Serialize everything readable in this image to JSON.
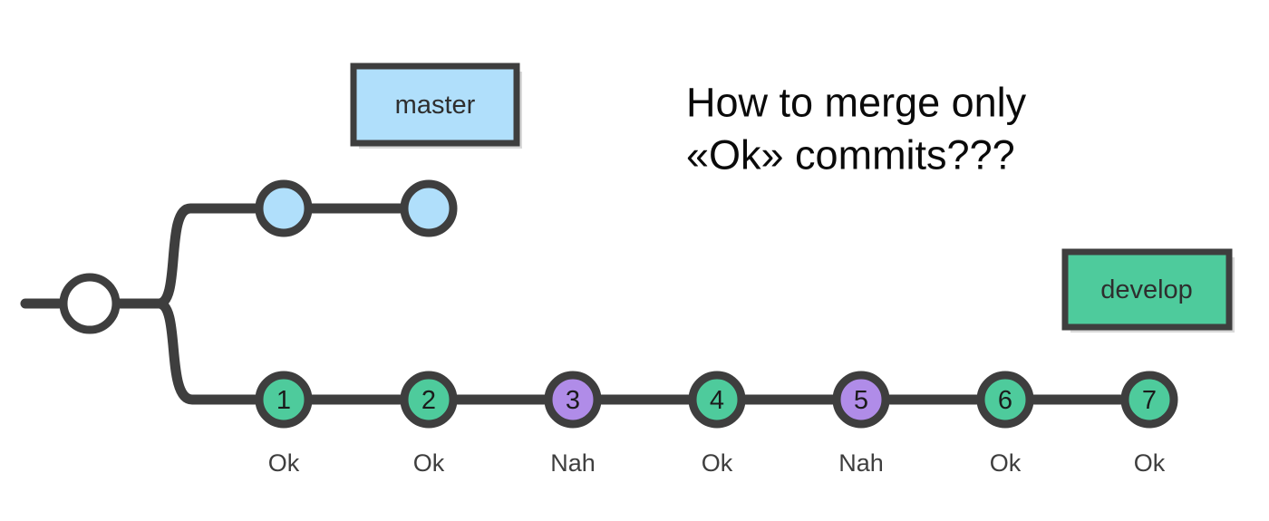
{
  "diagram": {
    "title_lines": [
      "How to merge only",
      "«Ok» commits???"
    ],
    "colors": {
      "stroke": "#3e3e3e",
      "master_node": "#b0dffb",
      "ok_node": "#4ecb9c",
      "nah_node": "#b08ce8",
      "root_node": "#ffffff",
      "background": "#ffffff",
      "box_shadow": "#b9b9b9"
    },
    "branches": [
      {
        "id": "master",
        "label": "master",
        "box_fill": "#b0dffb",
        "commits": [
          {
            "number": "",
            "caption": "",
            "state": "master"
          },
          {
            "number": "",
            "caption": "",
            "state": "master"
          }
        ]
      },
      {
        "id": "develop",
        "label": "develop",
        "box_fill": "#4ecb9c",
        "commits": [
          {
            "number": "1",
            "caption": "Ok",
            "state": "ok"
          },
          {
            "number": "2",
            "caption": "Ok",
            "state": "ok"
          },
          {
            "number": "3",
            "caption": "Nah",
            "state": "nah"
          },
          {
            "number": "4",
            "caption": "Ok",
            "state": "ok"
          },
          {
            "number": "5",
            "caption": "Nah",
            "state": "nah"
          },
          {
            "number": "6",
            "caption": "Ok",
            "state": "ok"
          },
          {
            "number": "7",
            "caption": "Ok",
            "state": "ok"
          }
        ]
      }
    ],
    "root_commit": {
      "label": "",
      "state": "root"
    }
  }
}
